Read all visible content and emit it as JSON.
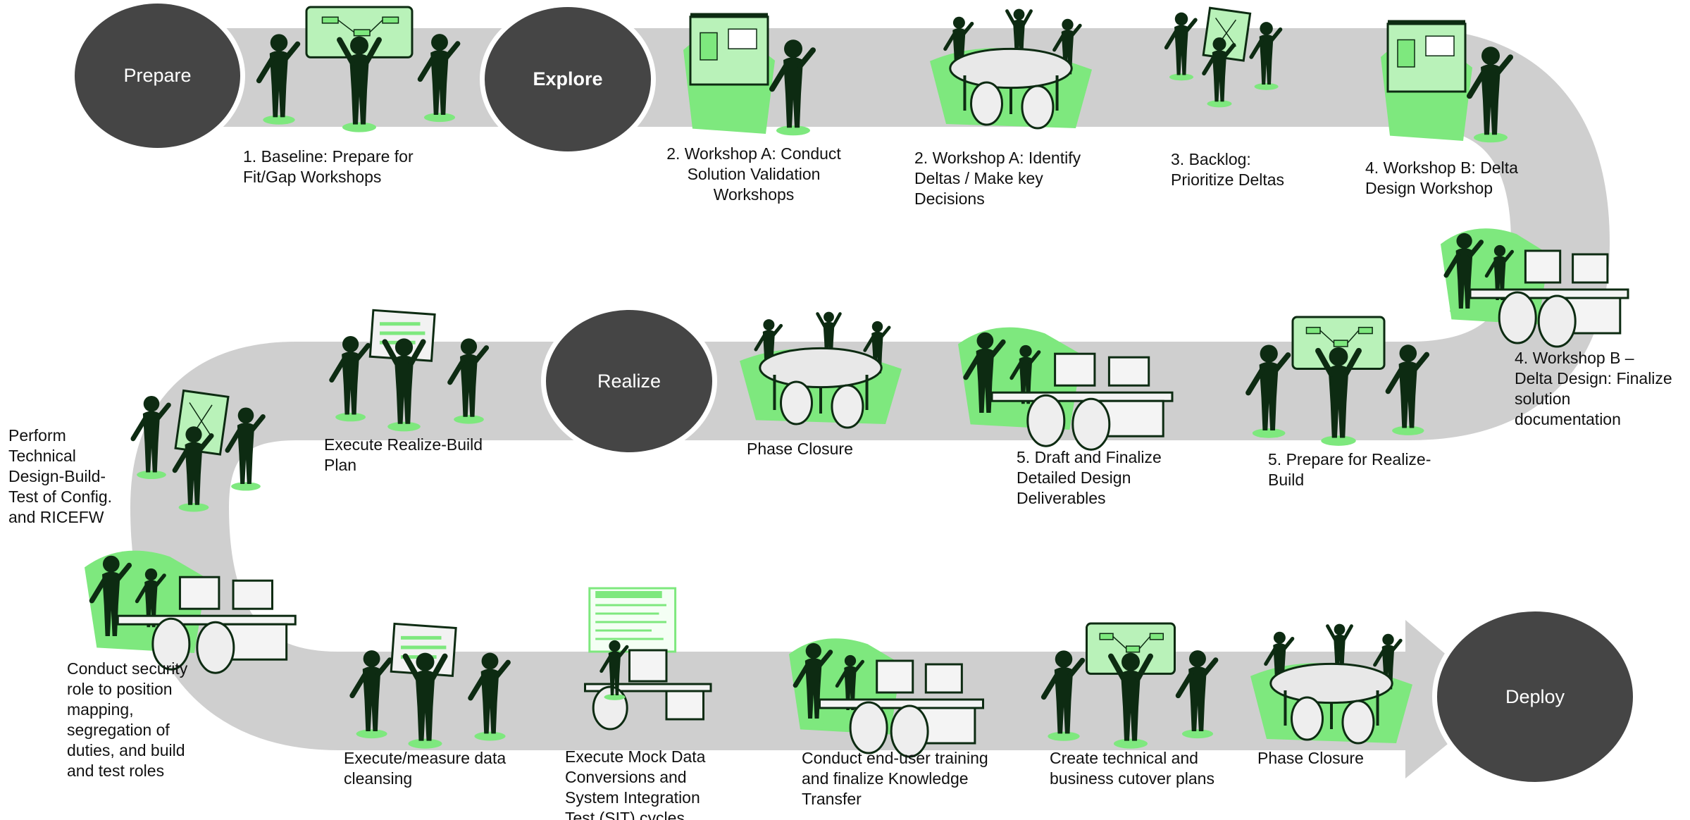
{
  "phases": {
    "prepare": "Prepare",
    "explore": "Explore",
    "realize": "Realize",
    "deploy": "Deploy"
  },
  "steps": {
    "s1": "1. Baseline: Prepare for\nFit/Gap Workshops",
    "s2": "2. Workshop A: Conduct\nSolution Validation\nWorkshops",
    "s3": "2. Workshop A: Identify\nDeltas / Make key\nDecisions",
    "s4": "3. Backlog:\nPrioritize  Deltas",
    "s5": "4. Workshop B: Delta\nDesign Workshop",
    "s6": "4. Workshop B –\nDelta Design: Finalize\nsolution\ndocumentation",
    "s7": "5. Prepare for Realize-\nBuild",
    "s8": "5. Draft and Finalize\nDetailed Design\nDeliverables",
    "s9": "Phase Closure",
    "s10": "Execute Realize-Build\nPlan",
    "s11": "Perform\nTechnical\nDesign-Build-\nTest of Config.\nand RICEFW",
    "s12": "Conduct security\nrole to position\nmapping,\nsegregation of\nduties, and build\nand test roles",
    "s13": "Execute/measure data\ncleansing",
    "s14": "Execute Mock Data\nConversions and\nSystem Integration\nTest (SIT) cycles",
    "s15": "Conduct end-user training\nand finalize Knowledge\nTransfer",
    "s16": "Create technical and\nbusiness cutover plans",
    "s17": "Phase Closure"
  },
  "icons": [
    "board-presentation-icon",
    "projector-presentation-icon",
    "meeting-table-icon",
    "flipchart-discussion-icon",
    "computer-workstation-icon",
    "document-review-icon",
    "plan-document-icon"
  ],
  "colors": {
    "road": "#cfcfcf",
    "phase_circle": "#454545",
    "figure": "#0d2b12",
    "accent_green": "#7ee87e",
    "board_green": "#b9f2b9"
  }
}
